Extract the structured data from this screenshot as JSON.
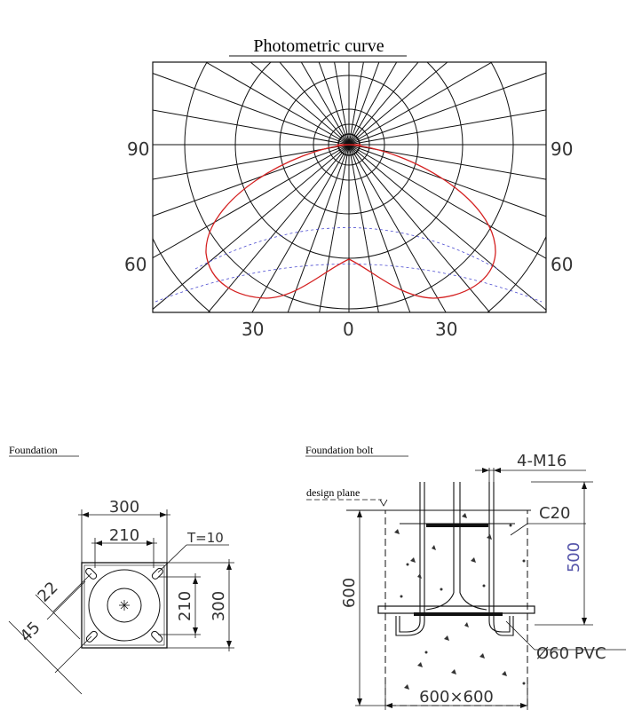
{
  "photometric": {
    "title": "Photometric curve",
    "label_90_left": "90",
    "label_90_right": "90",
    "label_60_left": "60",
    "label_60_right": "60",
    "label_30_left": "30",
    "label_0": "0",
    "label_30_right": "30",
    "curve_color": "#d42020",
    "grid_color": "#111111",
    "dashed_color": "#4a4ad0"
  },
  "foundation": {
    "title": "Foundation",
    "dim_300_top": "300",
    "dim_210_top": "210",
    "dim_210_side": "210",
    "dim_300_side": "300",
    "thickness": "T=10",
    "dim_22": "22",
    "dim_45": "45"
  },
  "bolt": {
    "title": "Foundation bolt",
    "bolt_spec": "4-M16",
    "design_plane": "design plane",
    "concrete": "C20",
    "depth_500": "500",
    "depth_600": "600",
    "pvc": "Ø60 PVC",
    "size": "600×600"
  }
}
